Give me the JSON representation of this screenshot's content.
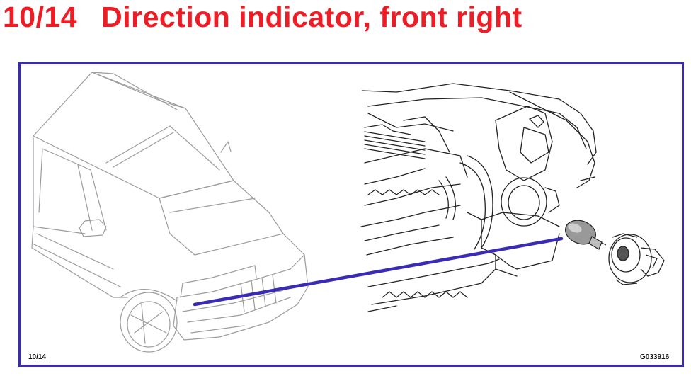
{
  "header": {
    "step": "10/14",
    "title": "Direction indicator, front right"
  },
  "figure": {
    "page_ref": "10/14",
    "code": "G033916"
  },
  "colors": {
    "title": "#ee1c25",
    "frame": "#3a2bb5",
    "pointer": "#3a2bb5",
    "line_art": "#9a9a9a",
    "detail_art": "#222222"
  },
  "icons": {
    "car": "car-icon",
    "bulb": "bulb-icon",
    "socket": "bulb-socket-icon"
  }
}
